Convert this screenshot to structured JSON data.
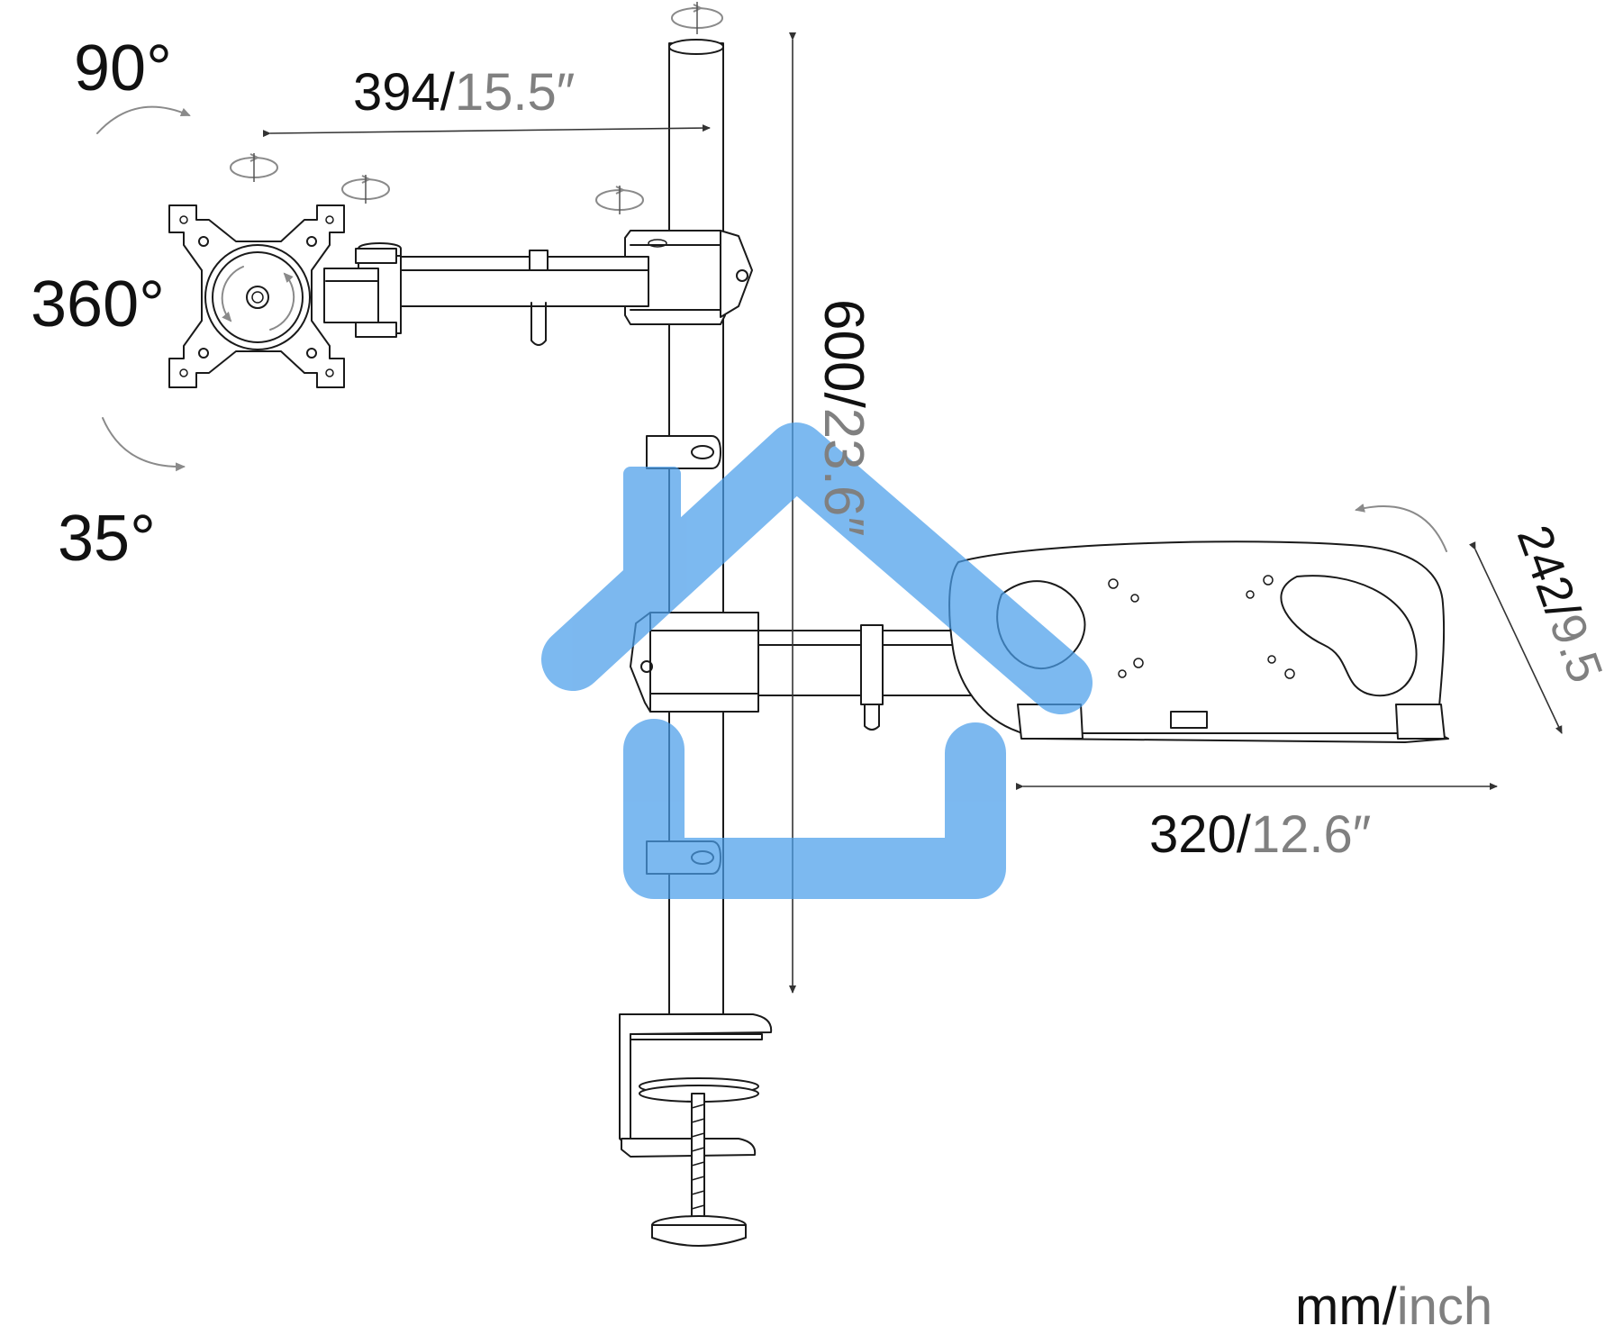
{
  "labels": {
    "arm_reach_mm": "394/",
    "arm_reach_in": "15.5″",
    "tilt_up": "90°",
    "rotation": "360°",
    "tilt_down": "35°",
    "pole_height_mm": "600/",
    "pole_height_in": "23.6″",
    "tray_depth_mm": "242/",
    "tray_depth_in": "9.5",
    "tray_width_mm": "320/",
    "tray_width_in": "12.6″",
    "units_mm": "mm/",
    "units_in": "inch"
  },
  "colors": {
    "line": "#1a1a1a",
    "text_primary": "#111111",
    "text_secondary": "#808080",
    "watermark": "#4a9eea"
  },
  "watermark": {
    "shape": "house-icon"
  }
}
